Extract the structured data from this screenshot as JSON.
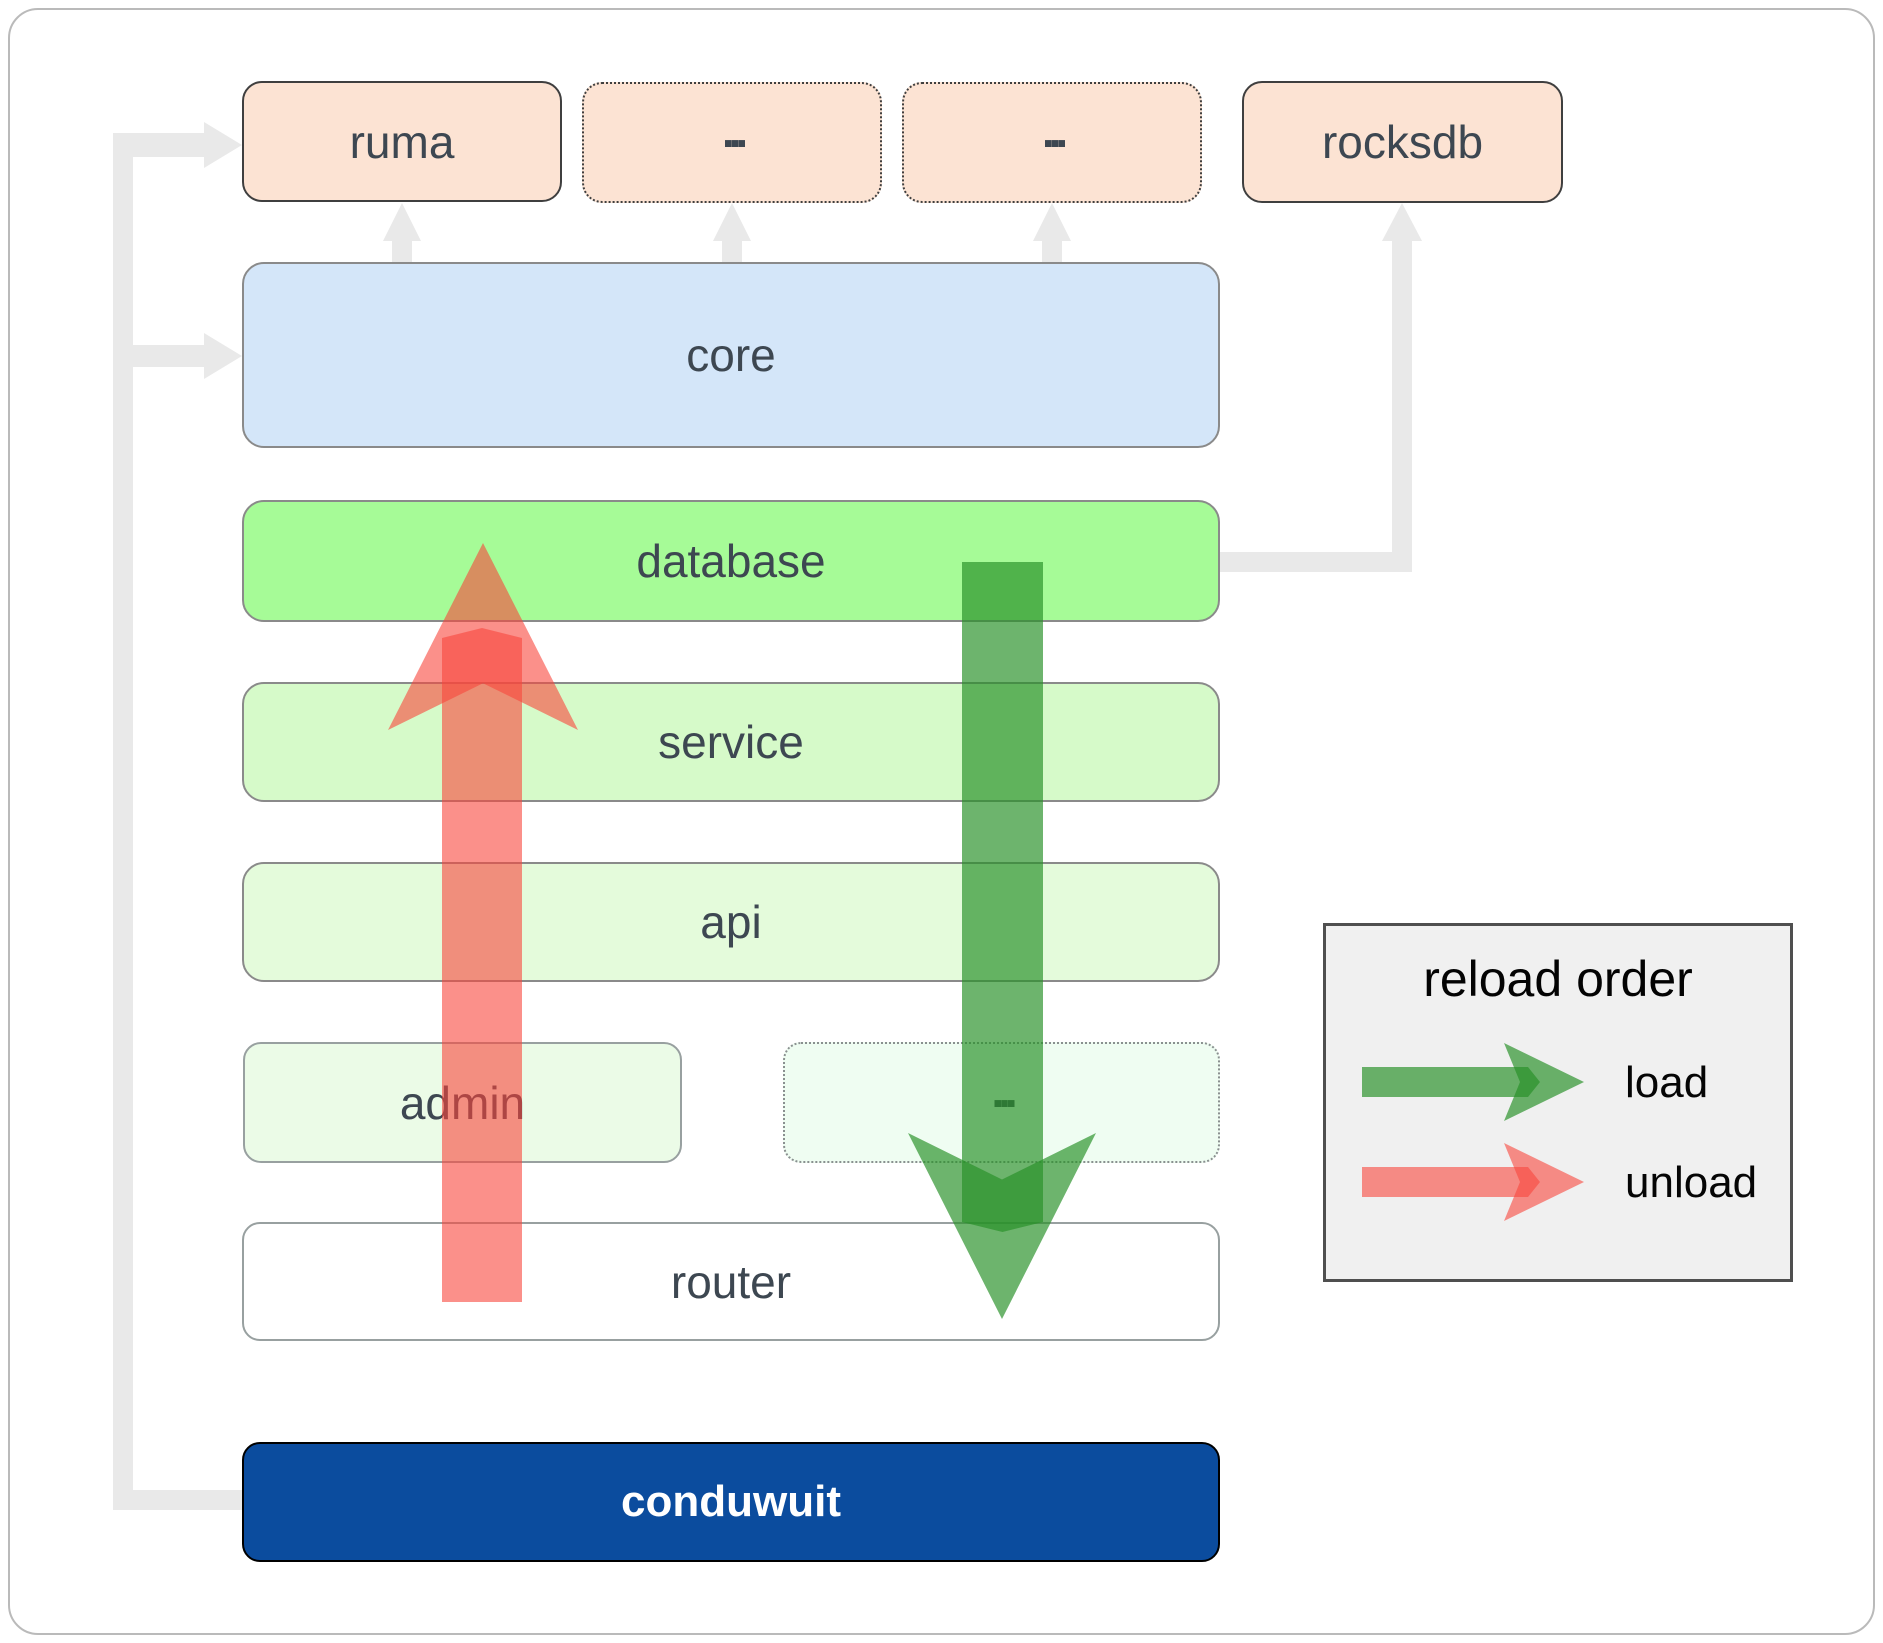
{
  "nodes": {
    "ruma": "ruma",
    "ellipsis1": "...",
    "ellipsis2": "...",
    "rocksdb": "rocksdb",
    "core": "core",
    "database": "database",
    "service": "service",
    "api": "api",
    "admin": "admin",
    "ellipsis3": "...",
    "router": "router",
    "conduwuit": "conduwuit"
  },
  "legend": {
    "title": "reload order",
    "items": [
      {
        "label": "load",
        "color": "#289128"
      },
      {
        "label": "unload",
        "color": "#f8463c"
      }
    ]
  },
  "colors": {
    "peach_fill": "#fce3d3",
    "core_fill": "#d4e6f9",
    "database_fill": "#a6fb97",
    "service_fill": "#d6fac9",
    "api_fill": "#e4fbdb",
    "admin_fill": "#ebfbe7",
    "ellipsis_row_fill": "#effdf2",
    "router_fill": "#ffffff",
    "conduwuit_fill": "#0b4c9e",
    "connector_gray": "#e9e9e9",
    "load_green": "rgba(40,145,40,0.68)",
    "unload_red": "rgba(248,70,60,0.60)",
    "label_text": "#3d4751",
    "legend_bg": "#f0f0f0"
  }
}
